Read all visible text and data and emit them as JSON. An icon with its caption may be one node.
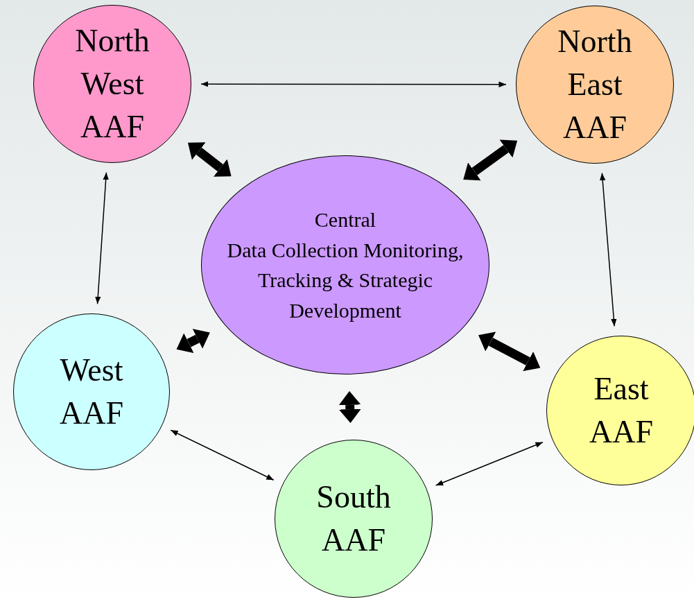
{
  "diagram": {
    "nodes": [
      {
        "text": [
          "Central",
          "Data Collection Monitoring, Tracking & Strategic Development"
        ]
      },
      {
        "text": [
          "North West AAF"
        ]
      },
      {
        "text": [
          "North East AAF"
        ]
      },
      {
        "text": [
          "West AAF"
        ]
      },
      {
        "text": [
          "East AAF"
        ]
      },
      {
        "text": [
          "South AAF"
        ]
      }
    ],
    "edges": [
      {
        "from": 0,
        "to": 1,
        "arrow": "both",
        "style": "thick"
      },
      {
        "from": 0,
        "to": 2,
        "arrow": "both",
        "style": "thick"
      },
      {
        "from": 0,
        "to": 3,
        "arrow": "both",
        "style": "thick"
      },
      {
        "from": 0,
        "to": 4,
        "arrow": "both",
        "style": "thick"
      },
      {
        "from": 0,
        "to": 5,
        "arrow": "both",
        "style": "thick"
      },
      {
        "from": 1,
        "to": 2,
        "arrow": "both"
      },
      {
        "from": 1,
        "to": 3,
        "arrow": "both"
      },
      {
        "from": 2,
        "to": 4,
        "arrow": "both"
      },
      {
        "from": 3,
        "to": 5,
        "arrow": "both"
      },
      {
        "from": 5,
        "to": 4,
        "arrow": "both"
      }
    ]
  }
}
